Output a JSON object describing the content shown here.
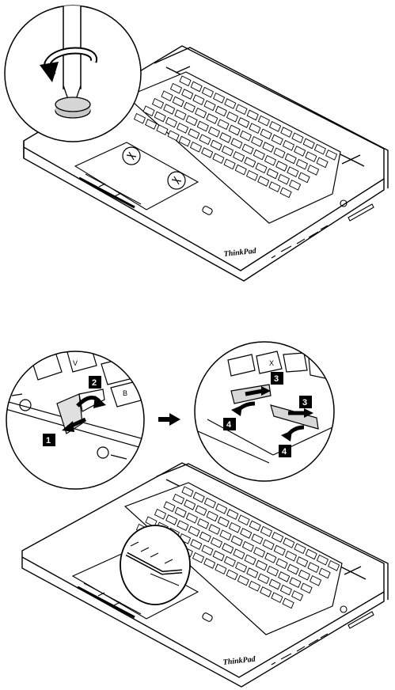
{
  "figure": {
    "brand_text": "ThinkPad",
    "step_markers": [
      "1",
      "2",
      "3",
      "3",
      "4",
      "4"
    ],
    "colors": {
      "line": "#000000",
      "marker_bg": "#000000",
      "marker_text": "#ffffff",
      "background": "#ffffff"
    },
    "icons": [
      "screwdriver-icon",
      "rotate-counterclockwise-arrow-icon",
      "right-arrow-icon"
    ]
  }
}
